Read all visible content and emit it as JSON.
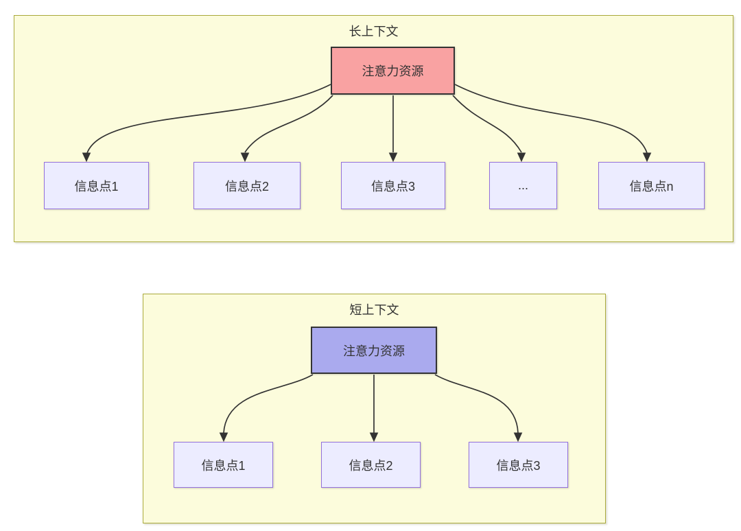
{
  "diagram": {
    "long_context": {
      "title": "长上下文",
      "source": {
        "label": "注意力资源"
      },
      "targets": [
        {
          "label": "信息点1"
        },
        {
          "label": "信息点2"
        },
        {
          "label": "信息点3"
        },
        {
          "label": "..."
        },
        {
          "label": "信息点n"
        }
      ],
      "edges": [
        {
          "from": "注意力资源",
          "to": "信息点1"
        },
        {
          "from": "注意力资源",
          "to": "信息点2"
        },
        {
          "from": "注意力资源",
          "to": "信息点3"
        },
        {
          "from": "注意力资源",
          "to": "..."
        },
        {
          "from": "注意力资源",
          "to": "信息点n"
        }
      ]
    },
    "short_context": {
      "title": "短上下文",
      "source": {
        "label": "注意力资源"
      },
      "targets": [
        {
          "label": "信息点1"
        },
        {
          "label": "信息点2"
        },
        {
          "label": "信息点3"
        }
      ],
      "edges": [
        {
          "from": "注意力资源",
          "to": "信息点1"
        },
        {
          "from": "注意力资源",
          "to": "信息点2"
        },
        {
          "from": "注意力资源",
          "to": "信息点3"
        }
      ]
    }
  },
  "colors": {
    "page_background": "#ffffff",
    "cluster_fill": "#fcfcdc",
    "cluster_border": "#aaaa33",
    "node_fill": "#ececff",
    "node_border": "#9370db",
    "long_source_fill": "#f9a2a2",
    "short_source_fill": "#aaaaee",
    "source_border": "#333333",
    "edge_color": "#333333",
    "text_color": "#333333"
  }
}
